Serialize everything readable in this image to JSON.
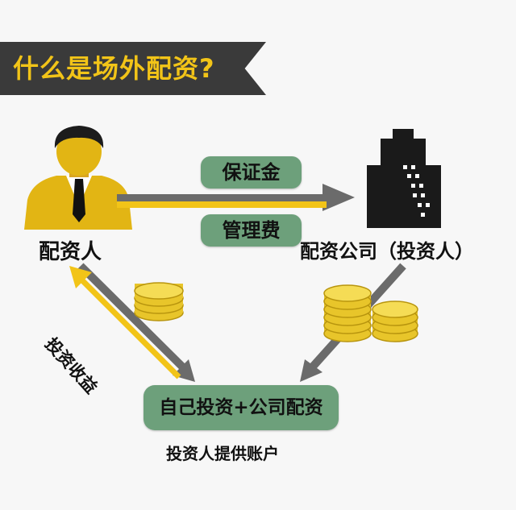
{
  "title": "什么是场外配资?",
  "nodes": {
    "borrower": "配资人",
    "lender": "配资公司（投资人）",
    "account": "自己投资+公司配资",
    "account_caption": "投资人提供账户"
  },
  "flows": {
    "deposit": "保证金",
    "fee": "管理费",
    "returns": "投资收益"
  },
  "colors": {
    "accent": "#f2c418",
    "banner_bg": "#3a3a3a",
    "pill_bg": "#6da07b",
    "arrow_gray": "#6b6b6b",
    "coin": "#f0d23a"
  },
  "icons": [
    "businessman-icon",
    "office-building-icon",
    "coin-stack-icon"
  ]
}
